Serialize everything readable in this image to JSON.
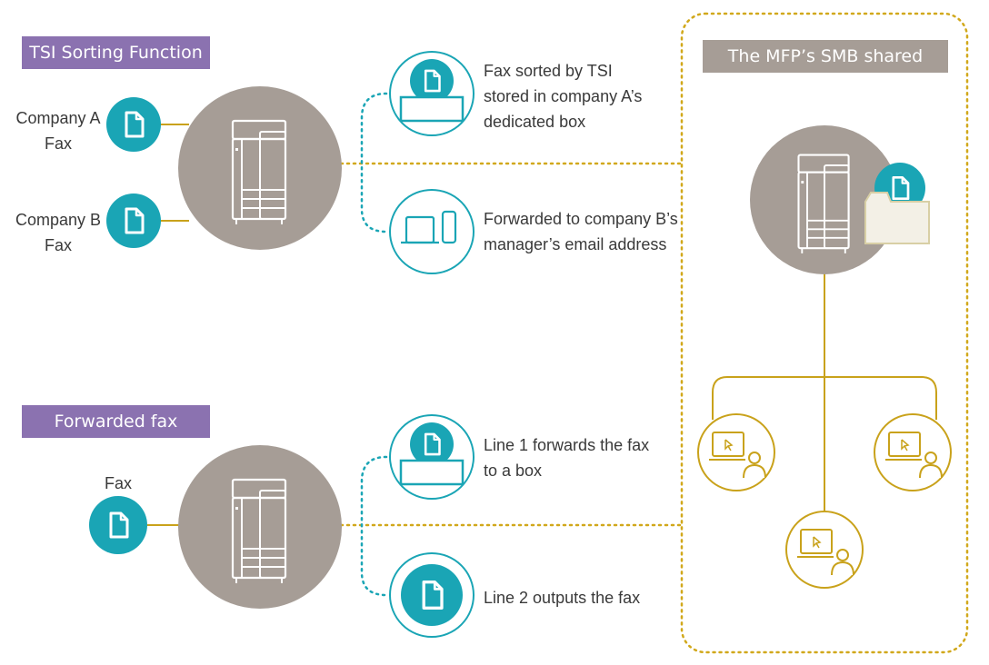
{
  "tsi": {
    "title": "TSI Sorting Function",
    "company_a": [
      "Company A",
      "Fax"
    ],
    "company_b": [
      "Company B",
      "Fax"
    ],
    "result_box": [
      "Fax sorted by TSI",
      "stored in company A’s",
      "dedicated box"
    ],
    "result_email": [
      "Forwarded to company B’s",
      "manager’s email address"
    ]
  },
  "forwarded": {
    "title": "Forwarded fax",
    "input": "Fax",
    "line1": [
      "Line 1 forwards the fax",
      "to a box"
    ],
    "line2": "Line 2 outputs the fax"
  },
  "smb": {
    "title": "The MFP’s SMB shared folder"
  },
  "icons": [
    "fax-document-icon",
    "mfp-printer-icon",
    "storage-box-icon",
    "pc-email-icon",
    "shared-folder-icon",
    "user-computer-icon"
  ],
  "colors": {
    "teal": "#1aa5b5",
    "taupe": "#a69d96",
    "purple": "#8b72b0",
    "gold": "#c9a21b",
    "dotted_line": "#d1a81b"
  }
}
